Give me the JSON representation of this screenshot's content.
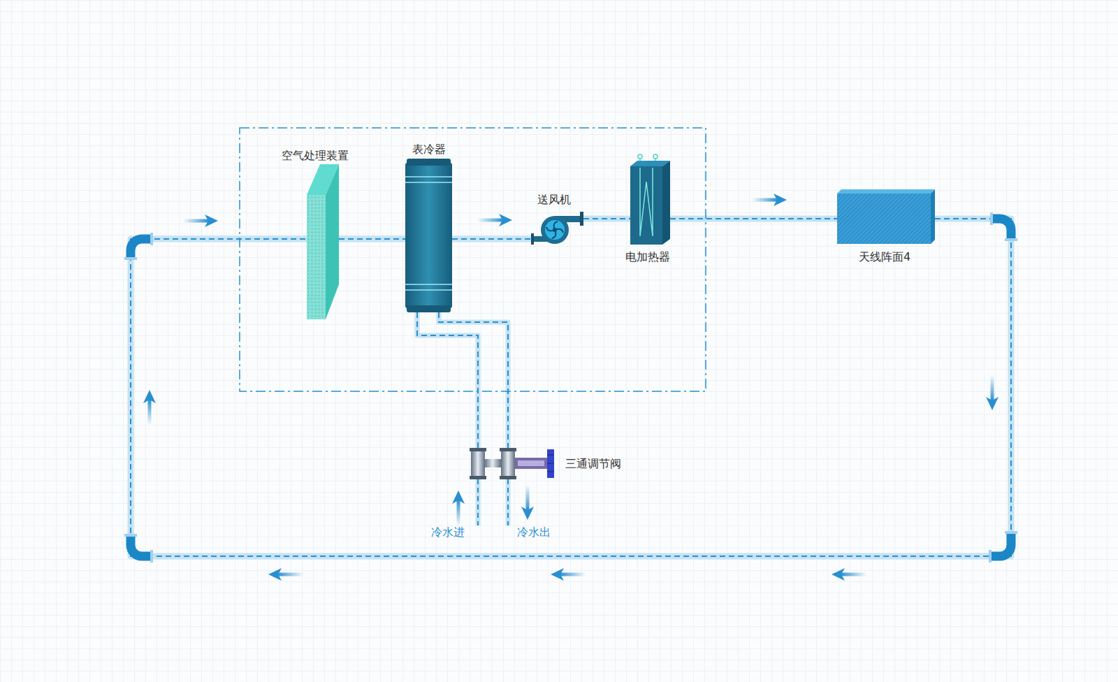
{
  "diagram": {
    "nodes": [
      {
        "text": [
          "空气处理装置"
        ]
      },
      {
        "text": [
          "表冷器"
        ]
      },
      {
        "text": [
          "送风机"
        ]
      },
      {
        "text": [
          "电加热器"
        ]
      },
      {
        "text": [
          "天线阵面4"
        ]
      },
      {
        "text": [
          "三通调节阀"
        ]
      }
    ],
    "edges": [
      {
        "from": 0,
        "to": 1,
        "arrow": "none"
      },
      {
        "from": 1,
        "to": 2,
        "arrow": "none"
      },
      {
        "from": 2,
        "to": 3,
        "arrow": "none"
      },
      {
        "from": 3,
        "to": 4,
        "arrow": "none"
      },
      {
        "from": 4,
        "to": 0,
        "arrow": "none"
      },
      {
        "from": 1,
        "to": 5,
        "arrow": "none"
      },
      {
        "from": 1,
        "to": 5,
        "arrow": "none"
      }
    ],
    "labels": [
      "冷水进",
      "冷水出"
    ]
  }
}
